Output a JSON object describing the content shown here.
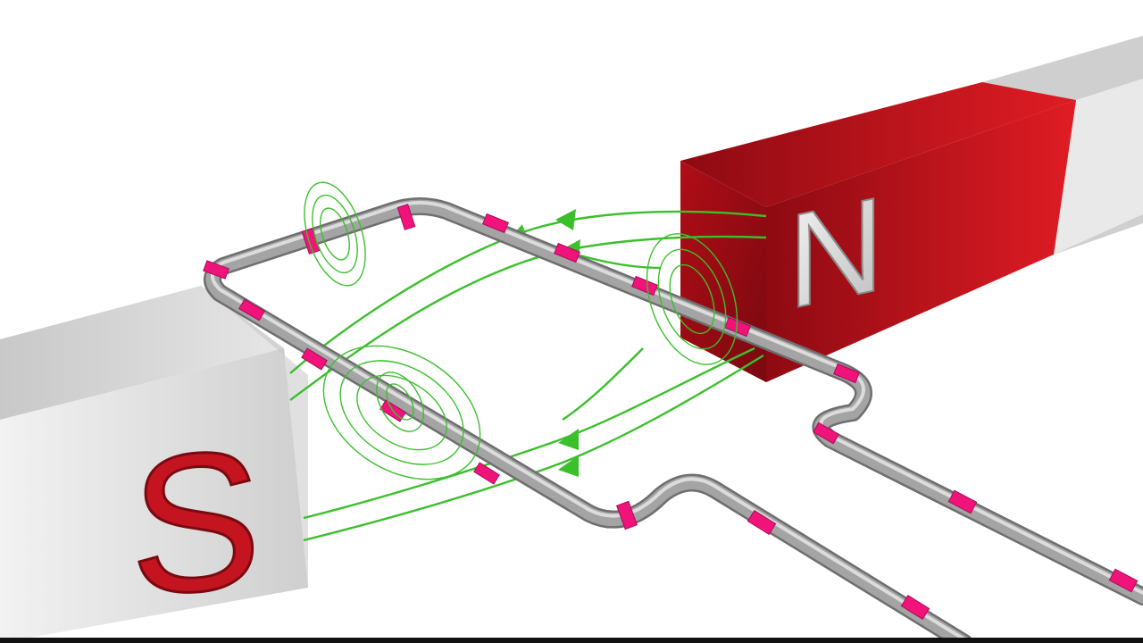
{
  "diagram": {
    "poles": {
      "north": {
        "label": "N"
      },
      "south": {
        "label": "S"
      }
    },
    "colors": {
      "background": "#ffffff",
      "north_magnet": "#c00d18",
      "south_magnet": "#d4d4d4",
      "wire": "#9a9a9a",
      "wire_bands": "#f0147a",
      "field_lines": "#3cbf2c",
      "letter_n": "#e0e0e0",
      "letter_s": "#c41420"
    },
    "elements": {
      "circular_field_rings": 4,
      "magnet_field_lines": 6
    }
  }
}
